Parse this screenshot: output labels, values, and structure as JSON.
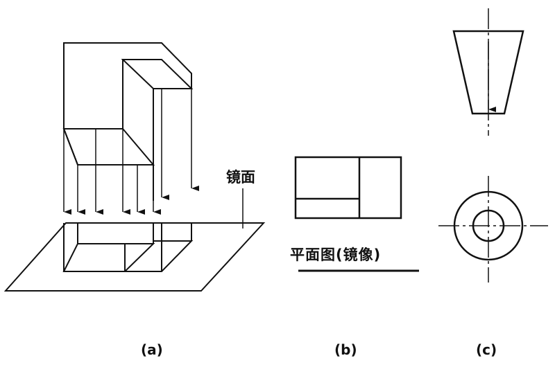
{
  "labels": {
    "mirror": "镜面",
    "plan_title": "平面图(镜像)",
    "caption_a": "(a)",
    "caption_b": "(b)",
    "caption_c": "(c)"
  },
  "colors": {
    "line": "#111111",
    "background": "#ffffff"
  }
}
